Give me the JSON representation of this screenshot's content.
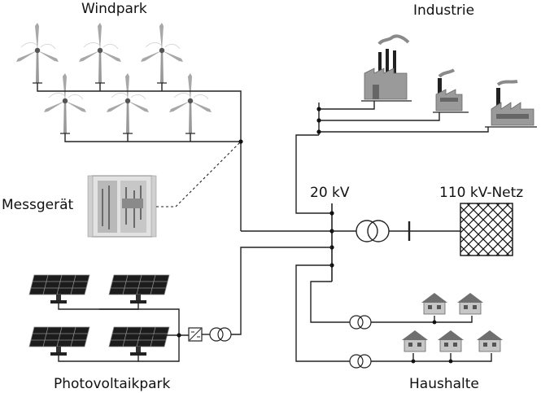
{
  "labels": {
    "windpark": "Windpark",
    "industrie": "Industrie",
    "messgeraet": "Messgerät",
    "voltage_20kv": "20 kV",
    "grid_110kv": "110 kV-Netz",
    "photovoltaikpark": "Photovoltaikpark",
    "haushalte": "Haushalte"
  },
  "colors": {
    "line": "#222222",
    "turbine": "#8c8c8c",
    "factory": "#9a9a9a",
    "panel": "#1a1a1a",
    "house_roof": "#6f6f6f",
    "house_wall": "#c8c8c8"
  },
  "icons": {
    "wind_turbine": "wind-turbine-icon",
    "factory": "factory-icon",
    "measuring_device": "measuring-cabinet-icon",
    "solar_panel": "solar-panel-icon",
    "house": "house-icon",
    "transformer": "transformer-icon",
    "inverter": "inverter-icon",
    "grid": "grid-hatch-icon"
  }
}
